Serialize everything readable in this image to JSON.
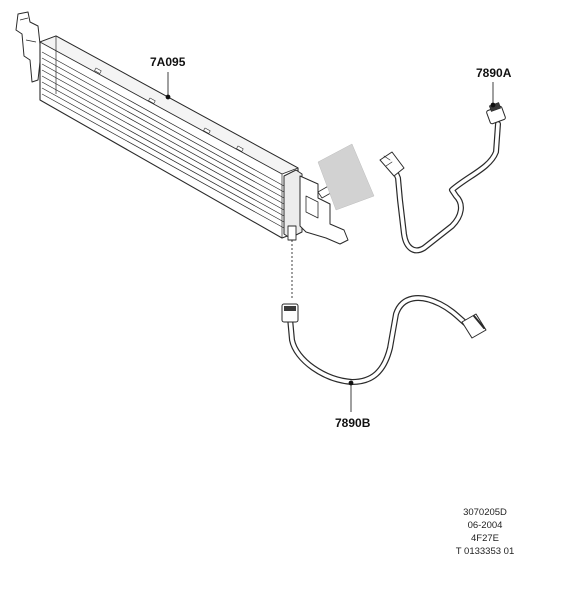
{
  "callouts": {
    "cooler": "7A095",
    "tube_a": "7890A",
    "tube_b": "7890B"
  },
  "reference": {
    "line1": "3070205D",
    "line2": "06-2004",
    "line3": "4F27E",
    "line4": "T 0133353 01"
  }
}
